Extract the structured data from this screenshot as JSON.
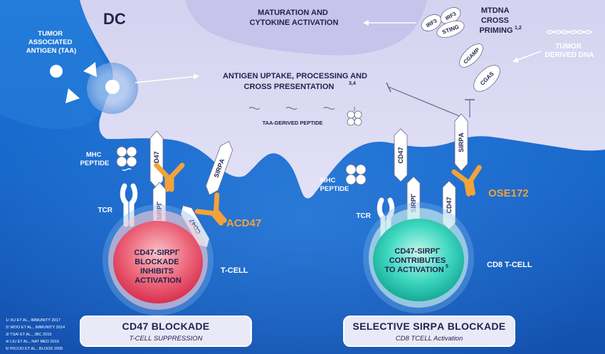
{
  "dc_label": "DC",
  "taa_label": [
    "Tumor",
    "associated",
    "antigen (TAA)"
  ],
  "maturation_label": [
    "Maturation and",
    "cytokine activation"
  ],
  "mtdna_label": [
    "mtDNA",
    "cross",
    "priming"
  ],
  "mtdna_ref": "1,2",
  "tumor_dna_label": [
    "Tumor",
    "derived DNA"
  ],
  "pathway": {
    "irf3": "IRF3",
    "sting": "STING",
    "cgamp": "CGAMP",
    "cgas": "CGAS"
  },
  "uptake_label": [
    "Antigen uptake, processing and",
    "cross presentation"
  ],
  "uptake_ref": "3,4",
  "peptide_label": "TAA-derived peptide",
  "mhc_label": [
    "MHC",
    "peptide"
  ],
  "tcr_label": "TCR",
  "proteins": {
    "cd47": "CD47",
    "sirpa": "SIRPα",
    "sirpg": "SIRPγ"
  },
  "left_cell": {
    "text": [
      "CD47-SIRPγ",
      "blockade",
      "inhibits",
      "activation"
    ],
    "type_label": "T-cell",
    "drug_label": "αCD47"
  },
  "right_cell": {
    "text": [
      "CD47-SIRPγ",
      "contributes",
      "to activation"
    ],
    "ref": "5",
    "type_label": "CD8 T-cell",
    "drug_label": "OSE172"
  },
  "caption_left": {
    "title": "CD47 Blockade",
    "subtitle": "T-cell suppression"
  },
  "caption_right": {
    "title": "Selective SIRPα Blockade",
    "subtitle": "CD8 TCELL Activation"
  },
  "references": [
    "1/ Xu et al., Immunity 2017",
    "2/ Woo et al., Immunity 2014",
    "3/ Tsai et al., JBC 2015",
    "4/ Liu et al., Nat Med 2015",
    "5/ Piccio et al., Blood 2005"
  ],
  "colors": {
    "background": "#1a64c4",
    "dc_fill": "#dcdcf3",
    "left_cell": "#e5415c",
    "right_cell": "#1ec9b3",
    "antibody": "#f2a23a",
    "text_dark": "#23234f"
  }
}
